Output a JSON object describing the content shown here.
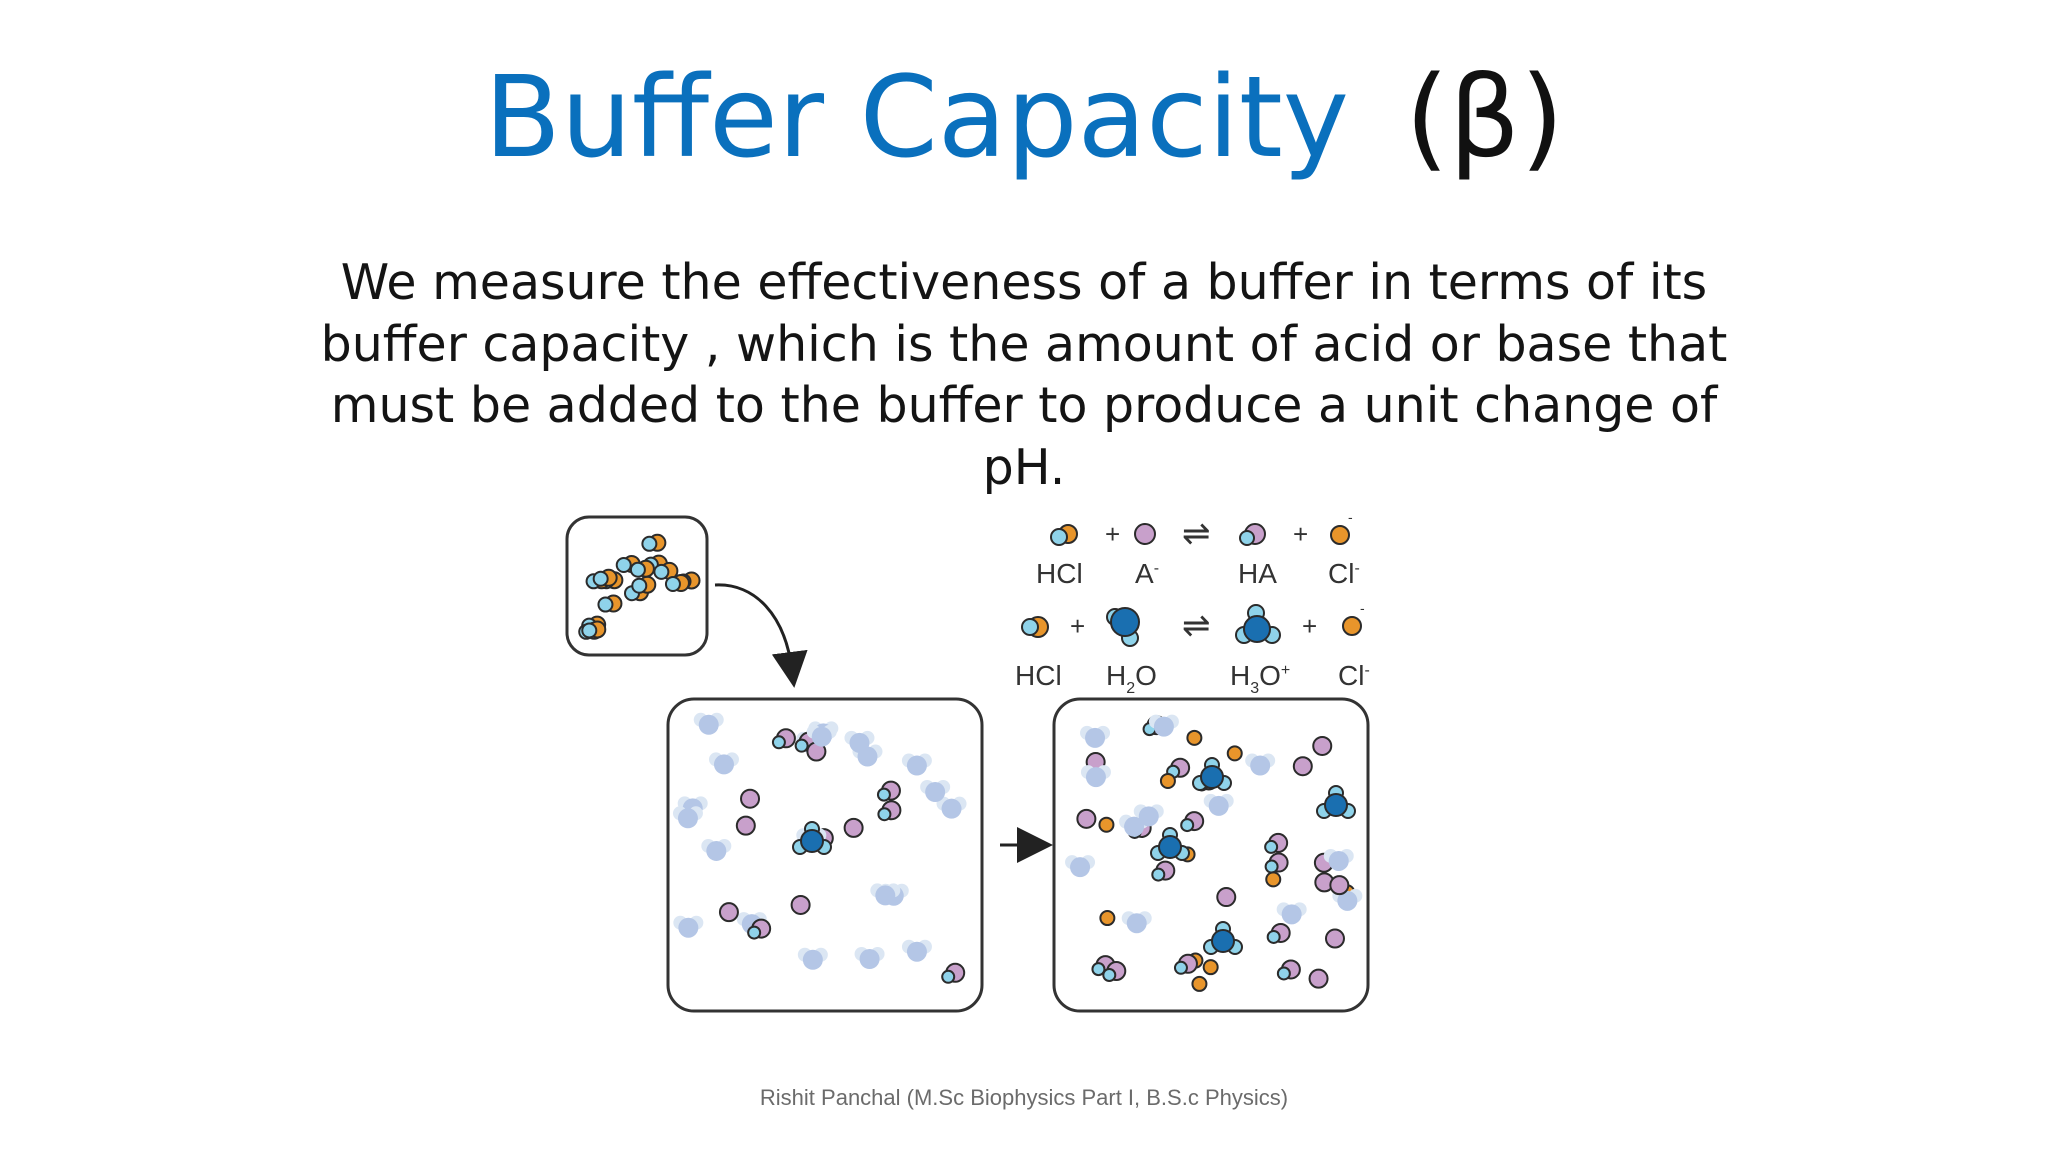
{
  "slide": {
    "title": "Buffer Capacity",
    "title_symbol": "(β)",
    "body_lines": [
      "We measure the effectiveness of a buffer in terms of its",
      "buffer capacity , which is the amount of acid or base that",
      "must be added to the buffer to produce a unit change of",
      "pH."
    ],
    "footer": "Rishit Panchal (M.Sc Biophysics Part I, B.S.c Physics)"
  },
  "figure": {
    "reaction1": {
      "labels": [
        "HCl",
        "A",
        "HA",
        "Cl"
      ],
      "label_superscripts": [
        "",
        "-",
        "",
        "-"
      ],
      "operators": [
        "+",
        "⇌",
        "+"
      ]
    },
    "reaction2": {
      "labels": [
        "HCl",
        "H",
        "O",
        "H",
        "O",
        "Cl"
      ],
      "label_subscripts": [
        "",
        "2",
        "",
        "3",
        "",
        ""
      ],
      "label_superscripts": [
        "",
        "",
        "",
        "",
        "+",
        "-"
      ],
      "operators": [
        "+",
        "⇌",
        "+"
      ]
    },
    "process_arrow": "→",
    "particle_charge": "-"
  },
  "colors": {
    "title_blue": "#0a70bd",
    "text": "#141414",
    "footer": "#6b6b6b",
    "acid_orange": "#e8952b",
    "cyan": "#8fd3ea",
    "pink": "#c8a0cb",
    "water_blue": "#b4c6e6",
    "hydronium_blue": "#1a6fb0",
    "outline": "#2b2b2b"
  }
}
